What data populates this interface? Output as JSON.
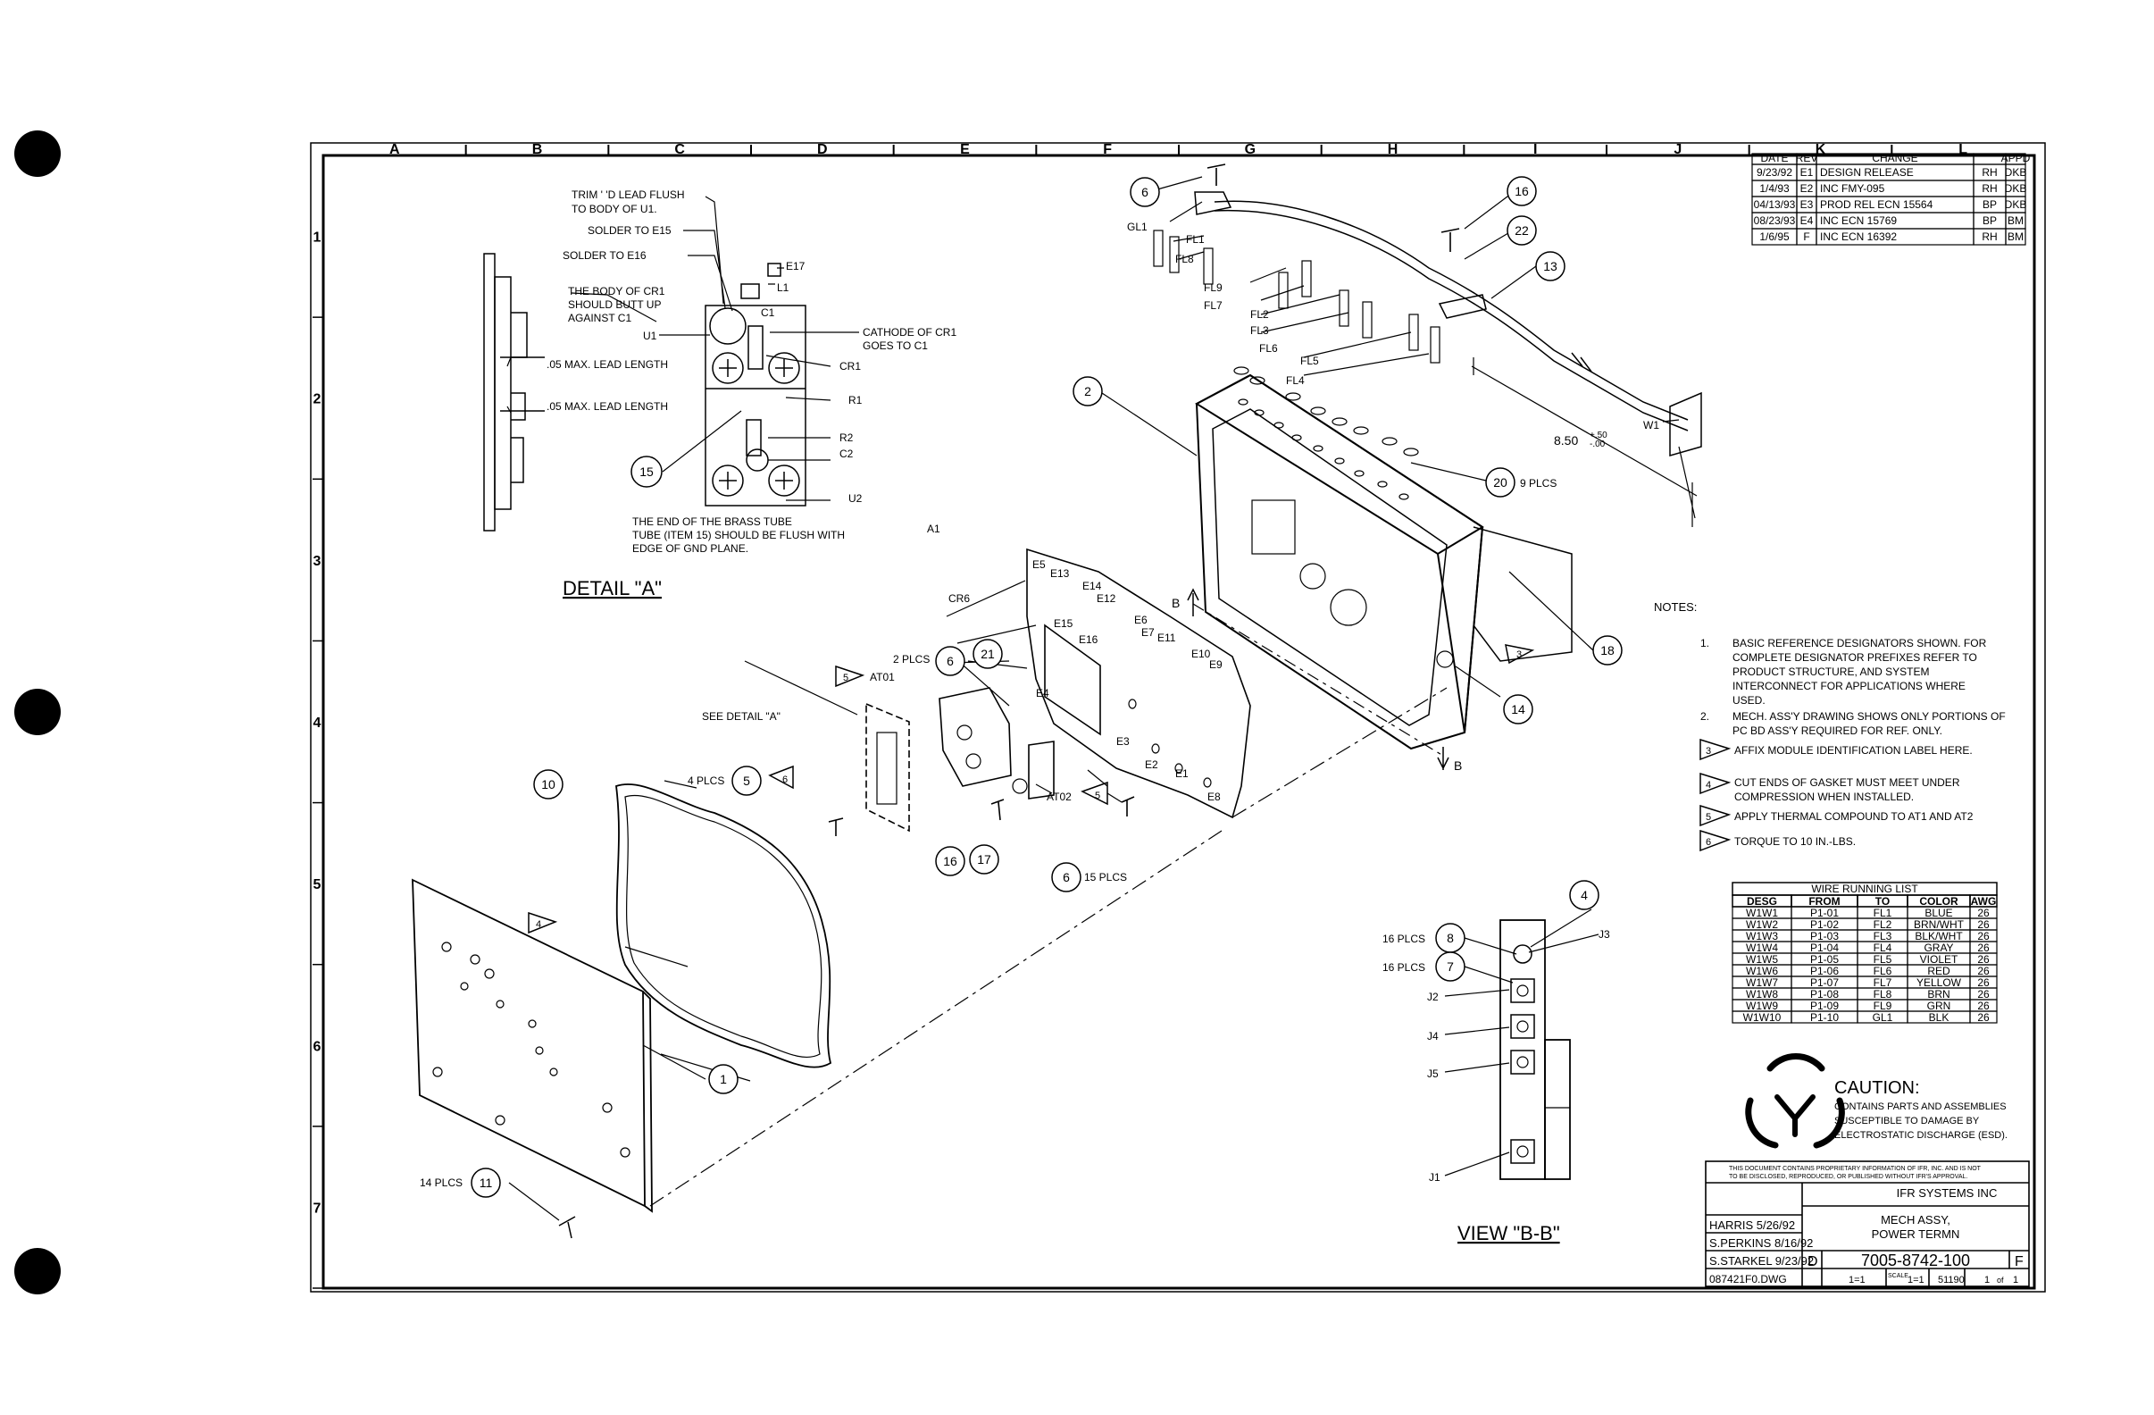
{
  "grid": {
    "columns": [
      "A",
      "B",
      "C",
      "D",
      "E",
      "F",
      "G",
      "H",
      "I",
      "J",
      "K",
      "L"
    ],
    "rows": [
      "1",
      "2",
      "3",
      "4",
      "5",
      "6",
      "7"
    ]
  },
  "revisions": {
    "headers": [
      "DATE",
      "REV",
      "CHANGE",
      "APPD"
    ],
    "rows": [
      {
        "date": "9/23/92",
        "rev": "E1",
        "change": "DESIGN RELEASE",
        "by": "RH",
        "appd": "DKB"
      },
      {
        "date": "1/4/93",
        "rev": "E2",
        "change": "INC FMY-095",
        "by": "RH",
        "appd": "DKB"
      },
      {
        "date": "04/13/93",
        "rev": "E3",
        "change": "PROD REL ECN 15564",
        "by": "BP",
        "appd": "DKB"
      },
      {
        "date": "08/23/93",
        "rev": "E4",
        "change": "INC ECN 15769",
        "by": "BP",
        "appd": "BM"
      },
      {
        "date": "1/6/95",
        "rev": "F",
        "change": "INC ECN 16392",
        "by": "RH",
        "appd": "BM"
      }
    ]
  },
  "detail_a": {
    "title": "DETAIL \"A\"",
    "notes": {
      "trim": [
        "TRIM ' 'D LEAD FLUSH",
        "TO BODY OF U1."
      ],
      "solder_e15": "SOLDER TO E15",
      "solder_e16": "SOLDER TO E16",
      "cr1_body": [
        "THE BODY OF CR1",
        "SHOULD BUTT UP",
        "AGAINST C1"
      ],
      "lead1": ".05 MAX. LEAD LENGTH",
      "lead2": ".05 MAX. LEAD LENGTH",
      "cathode": [
        "CATHODE OF CR1",
        "GOES TO C1"
      ],
      "brass": [
        "THE END OF THE BRASS TUBE",
        "TUBE (ITEM 15) SHOULD BE FLUSH WITH",
        "EDGE OF GND PLANE."
      ]
    },
    "labels": {
      "e17": "E17",
      "l1": "L1",
      "c1": "C1",
      "u1": "U1",
      "cr1": "CR1",
      "r1": "R1",
      "r2": "R2",
      "c2": "C2",
      "u2": "U2"
    }
  },
  "callouts": {
    "c6a": "6",
    "c16a": "16",
    "c22": "22",
    "c13": "13",
    "c2": "2",
    "c15": "15",
    "c20": "20",
    "c21": "21",
    "c6b": "6",
    "c5": "5",
    "c10": "10",
    "c14": "14",
    "c18": "18",
    "c16b": "16",
    "c17": "17",
    "c6c": "6",
    "c1": "1",
    "c11": "11",
    "c8": "8",
    "c7": "7",
    "c4": "4"
  },
  "labels": {
    "gl1": "GL1",
    "fl1": "FL1",
    "fl8": "FL8",
    "fl9": "FL9",
    "fl7": "FL7",
    "fl2": "FL2",
    "fl3": "FL3",
    "fl6": "FL6",
    "fl5": "FL5",
    "fl4": "FL4",
    "w1": "W1",
    "dim_main": "8.50",
    "dim_plus": "+.50",
    "dim_minus": "-.00",
    "plcs9": "9 PLCS",
    "a1": "A1",
    "cr6": "CR6",
    "b_top": "B",
    "b_bot": "B",
    "e5": "E5",
    "e13": "E13",
    "e14": "E14",
    "e12": "E12",
    "e15": "E15",
    "e16": "E16",
    "e6": "E6",
    "e7": "E7",
    "e11": "E11",
    "e10": "E10",
    "e9": "E9",
    "e4": "E4",
    "e3": "E3",
    "e2": "E2",
    "e1": "E1",
    "e8": "E8",
    "plcs2": "2 PLCS",
    "at01": "AT01",
    "at02": "AT02",
    "see_detail": "SEE DETAIL \"A\"",
    "plcs4": "4 PLCS",
    "plcs15": "15 PLCS",
    "plcs14": "14 PLCS",
    "flag5a": "5",
    "flag6a": "6",
    "flag4": "4",
    "flag5b": "5",
    "flag3": "3",
    "plcs16a": "16 PLCS",
    "plcs16b": "16 PLCS",
    "j2": "J2",
    "j3": "J3",
    "j4": "J4",
    "j5": "J5",
    "j1": "J1",
    "view_bb": "VIEW \"B-B\""
  },
  "notes": {
    "title": "NOTES:",
    "n1_num": "1.",
    "n1": [
      "BASIC REFERENCE DESIGNATORS SHOWN. FOR",
      "COMPLETE DESIGNATOR PREFIXES REFER TO",
      "PRODUCT STRUCTURE, AND SYSTEM",
      "INTERCONNECT FOR APPLICATIONS WHERE",
      "USED."
    ],
    "n2_num": "2.",
    "n2": [
      "MECH. ASS'Y DRAWING SHOWS ONLY PORTIONS OF",
      "PC BD ASS'Y REQUIRED FOR REF. ONLY."
    ],
    "n3_num": "3",
    "n3": "AFFIX MODULE IDENTIFICATION LABEL HERE.",
    "n4_num": "4",
    "n4": [
      "CUT ENDS OF GASKET MUST MEET UNDER",
      "COMPRESSION WHEN INSTALLED."
    ],
    "n5_num": "5",
    "n5": "APPLY THERMAL COMPOUND TO AT1 AND AT2",
    "n6_num": "6",
    "n6": "TORQUE TO 10 IN.-LBS."
  },
  "wire_list": {
    "title": "WIRE RUNNING LIST",
    "headers": [
      "DESG",
      "FROM",
      "TO",
      "COLOR",
      "AWG"
    ],
    "rows": [
      [
        "W1W1",
        "P1-01",
        "FL1",
        "BLUE",
        "26"
      ],
      [
        "W1W2",
        "P1-02",
        "FL2",
        "BRN/WHT",
        "26"
      ],
      [
        "W1W3",
        "P1-03",
        "FL3",
        "BLK/WHT",
        "26"
      ],
      [
        "W1W4",
        "P1-04",
        "FL4",
        "GRAY",
        "26"
      ],
      [
        "W1W5",
        "P1-05",
        "FL5",
        "VIOLET",
        "26"
      ],
      [
        "W1W6",
        "P1-06",
        "FL6",
        "RED",
        "26"
      ],
      [
        "W1W7",
        "P1-07",
        "FL7",
        "YELLOW",
        "26"
      ],
      [
        "W1W8",
        "P1-08",
        "FL8",
        "BRN",
        "26"
      ],
      [
        "W1W9",
        "P1-09",
        "FL9",
        "GRN",
        "26"
      ],
      [
        "W1W10",
        "P1-10",
        "GL1",
        "BLK",
        "26"
      ]
    ]
  },
  "caution": {
    "title": "CAUTION:",
    "lines": [
      "CONTAINS PARTS AND ASSEMBLIES",
      "SUSCEPTIBLE TO DAMAGE BY",
      "ELECTROSTATIC DISCHARGE (ESD)."
    ]
  },
  "title_block": {
    "proprietary": [
      "THIS DOCUMENT CONTAINS PROPRIETARY INFORMATION OF IFR, INC. AND IS NOT",
      "TO BE DISCLOSED, REPRODUCED, OR PUBLISHED WITHOUT IFR'S APPROVAL."
    ],
    "company": "IFR SYSTEMS INC",
    "title1": "MECH ASSY,",
    "title2": "POWER TERMN",
    "drawn": "HARRIS 5/26/92",
    "checked": "S.PERKINS 8/16/92",
    "approved": "S.STARKEL 9/23/92",
    "file": "087421F0.DWG",
    "size": "D",
    "dwg_no": "7005-8742-100",
    "rev": "F",
    "scale_label": "SCALE",
    "scale": "1=1",
    "scale2": "1=1",
    "cage": "51190",
    "sheet": "1",
    "sheet_of": "of",
    "sheet_total": "1"
  }
}
